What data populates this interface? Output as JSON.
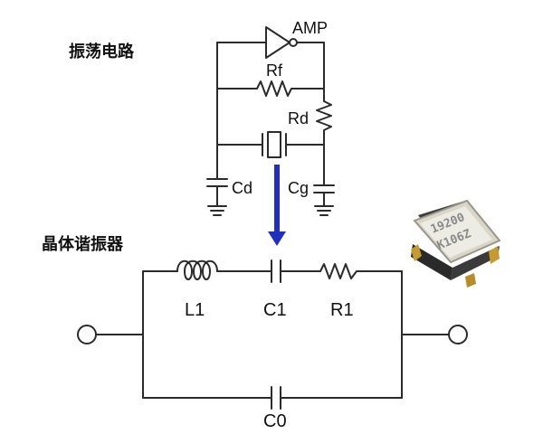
{
  "oscillator": {
    "title": "振荡电路",
    "labels": {
      "amp": "AMP",
      "rf": "Rf",
      "rd": "Rd",
      "cd": "Cd",
      "cg": "Cg"
    }
  },
  "crystal": {
    "title": "晶体谐振器",
    "labels": {
      "l1": "L1",
      "c1": "C1",
      "r1": "R1",
      "c0": "C0"
    }
  },
  "chip": {
    "line1": "19200",
    "line2": "K106Z"
  },
  "colors": {
    "arrow": "#1f2fbf",
    "wire": "#2b2b2b"
  }
}
